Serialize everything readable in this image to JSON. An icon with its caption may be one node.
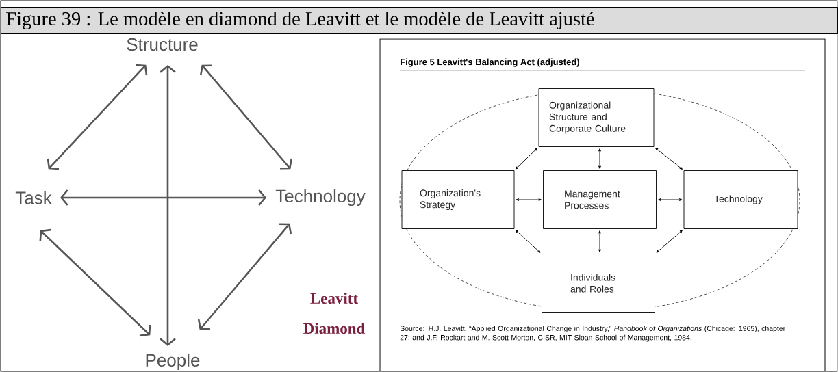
{
  "diagram": {
    "title": "Figure 39 : Le modèle en diamond de Leavitt et le modèle de Leavitt ajusté",
    "nodes": [
      {
        "text": [
          "Structure"
        ]
      },
      {
        "text": [
          "Task"
        ]
      },
      {
        "text": [
          "Technology"
        ]
      },
      {
        "text": [
          "People"
        ]
      },
      {
        "text": [
          "Organizational Structure and Corporate Culture"
        ]
      },
      {
        "text": [
          "Organization's Strategy"
        ]
      },
      {
        "text": [
          "Management Processes"
        ]
      },
      {
        "text": [
          "Technology"
        ]
      },
      {
        "text": [
          "Individuals and Roles"
        ]
      }
    ],
    "edges": [
      {
        "from": 0,
        "to": 1,
        "arrow": "both"
      },
      {
        "from": 0,
        "to": 2,
        "arrow": "both"
      },
      {
        "from": 0,
        "to": 3,
        "arrow": "both"
      },
      {
        "from": 1,
        "to": 2,
        "arrow": "both"
      },
      {
        "from": 1,
        "to": 3,
        "arrow": "both"
      },
      {
        "from": 2,
        "to": 3,
        "arrow": "both"
      },
      {
        "from": 4,
        "to": 5,
        "arrow": "both"
      },
      {
        "from": 4,
        "to": 6,
        "arrow": "both"
      },
      {
        "from": 4,
        "to": 7,
        "arrow": "both"
      },
      {
        "from": 5,
        "to": 6,
        "arrow": "both"
      },
      {
        "from": 6,
        "to": 7,
        "arrow": "both"
      },
      {
        "from": 5,
        "to": 8,
        "arrow": "both"
      },
      {
        "from": 6,
        "to": 8,
        "arrow": "both"
      },
      {
        "from": 7,
        "to": 8,
        "arrow": "both"
      }
    ],
    "labels": [
      "Leavitt Diamond",
      "Figure 5 Leavitt's Balancing Act (adjusted)",
      "Source: H.J. Leavitt, “Applied Organizational Change in Industry,” *Handbook of Organizations* (Chicage: 1965), chapter 27; and J.F. Rockart and M. Scott Morton, CISR, MIT Sloan School of Management, 1984."
    ]
  }
}
